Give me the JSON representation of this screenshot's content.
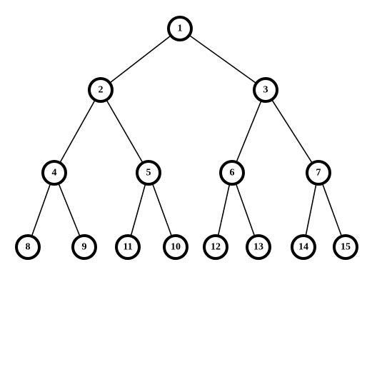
{
  "diagram": {
    "type": "binary-tree",
    "colors": {
      "node_stroke": "#000000",
      "node_fill": "#ffffff",
      "edge": "#000000",
      "text": "#000000"
    },
    "nodes": [
      {
        "id": "n1",
        "label": "1"
      },
      {
        "id": "n2",
        "label": "2"
      },
      {
        "id": "n3",
        "label": "3"
      },
      {
        "id": "n4",
        "label": "4"
      },
      {
        "id": "n5",
        "label": "5"
      },
      {
        "id": "n6",
        "label": "6"
      },
      {
        "id": "n7",
        "label": "7"
      },
      {
        "id": "n8",
        "label": "8"
      },
      {
        "id": "n9",
        "label": "9"
      },
      {
        "id": "n11",
        "label": "11"
      },
      {
        "id": "n10",
        "label": "10"
      },
      {
        "id": "n12",
        "label": "12"
      },
      {
        "id": "n13",
        "label": "13"
      },
      {
        "id": "n14",
        "label": "14"
      },
      {
        "id": "n15",
        "label": "15"
      }
    ],
    "edges": [
      [
        "n1",
        "n2"
      ],
      [
        "n1",
        "n3"
      ],
      [
        "n2",
        "n4"
      ],
      [
        "n2",
        "n5"
      ],
      [
        "n3",
        "n6"
      ],
      [
        "n3",
        "n7"
      ],
      [
        "n4",
        "n8"
      ],
      [
        "n4",
        "n9"
      ],
      [
        "n5",
        "n11"
      ],
      [
        "n5",
        "n10"
      ],
      [
        "n6",
        "n12"
      ],
      [
        "n6",
        "n13"
      ],
      [
        "n7",
        "n14"
      ],
      [
        "n7",
        "n15"
      ]
    ]
  }
}
